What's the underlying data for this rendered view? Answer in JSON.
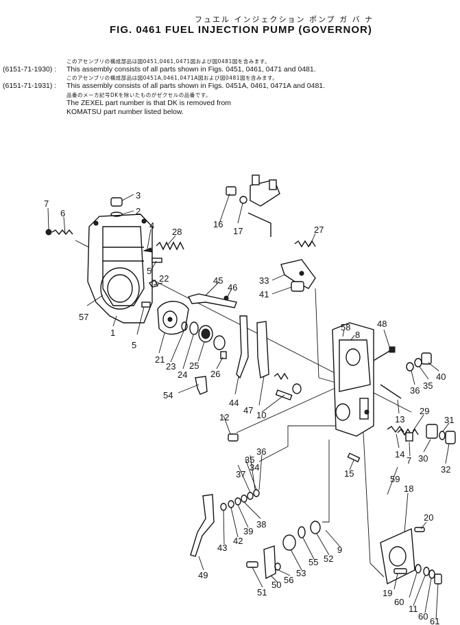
{
  "header": {
    "title_jp": "フュエル インジェクション ポンプ ガ バ ナ",
    "title": "FIG. 0461 FUEL INJECTION PUMP (GOVERNOR)"
  },
  "notes": [
    {
      "jp": "このアセンブリの構成部品は図0451,0461,0471図および図0481図を含みます。",
      "code": "(6151-71-1930) :",
      "text": "This assembly consists of all parts shown in Figs. 0451, 0461, 0471 and 0481."
    },
    {
      "jp": "このアセンブリの構成部品は図0451A,0461,0471A図および図0481図を含みます。",
      "code": "(6151-71-1931) :",
      "text": "This assembly consists of all parts shown in Figs. 0451A, 0461, 0471A and 0481."
    }
  ],
  "footnote": {
    "jp": "品番のメーカ記号DKを除いたものがゼクセルの品番です。",
    "line1": "The ZEXEL part number is that DK is removed from",
    "line2": "KOMATSU part number listed below."
  },
  "callouts": [
    "1",
    "2",
    "3",
    "4",
    "5",
    "5",
    "6",
    "7",
    "7",
    "8",
    "9",
    "10",
    "11",
    "12",
    "13",
    "14",
    "15",
    "16",
    "17",
    "18",
    "19",
    "20",
    "21",
    "22",
    "23",
    "24",
    "25",
    "26",
    "27",
    "28",
    "29",
    "30",
    "31",
    "32",
    "33",
    "34",
    "35",
    "35",
    "36",
    "36",
    "37",
    "38",
    "39",
    "40",
    "41",
    "42",
    "43",
    "44",
    "45",
    "46",
    "47",
    "48",
    "49",
    "50",
    "51",
    "52",
    "53",
    "54",
    "55",
    "56",
    "57",
    "58",
    "59",
    "60",
    "60",
    "61"
  ]
}
